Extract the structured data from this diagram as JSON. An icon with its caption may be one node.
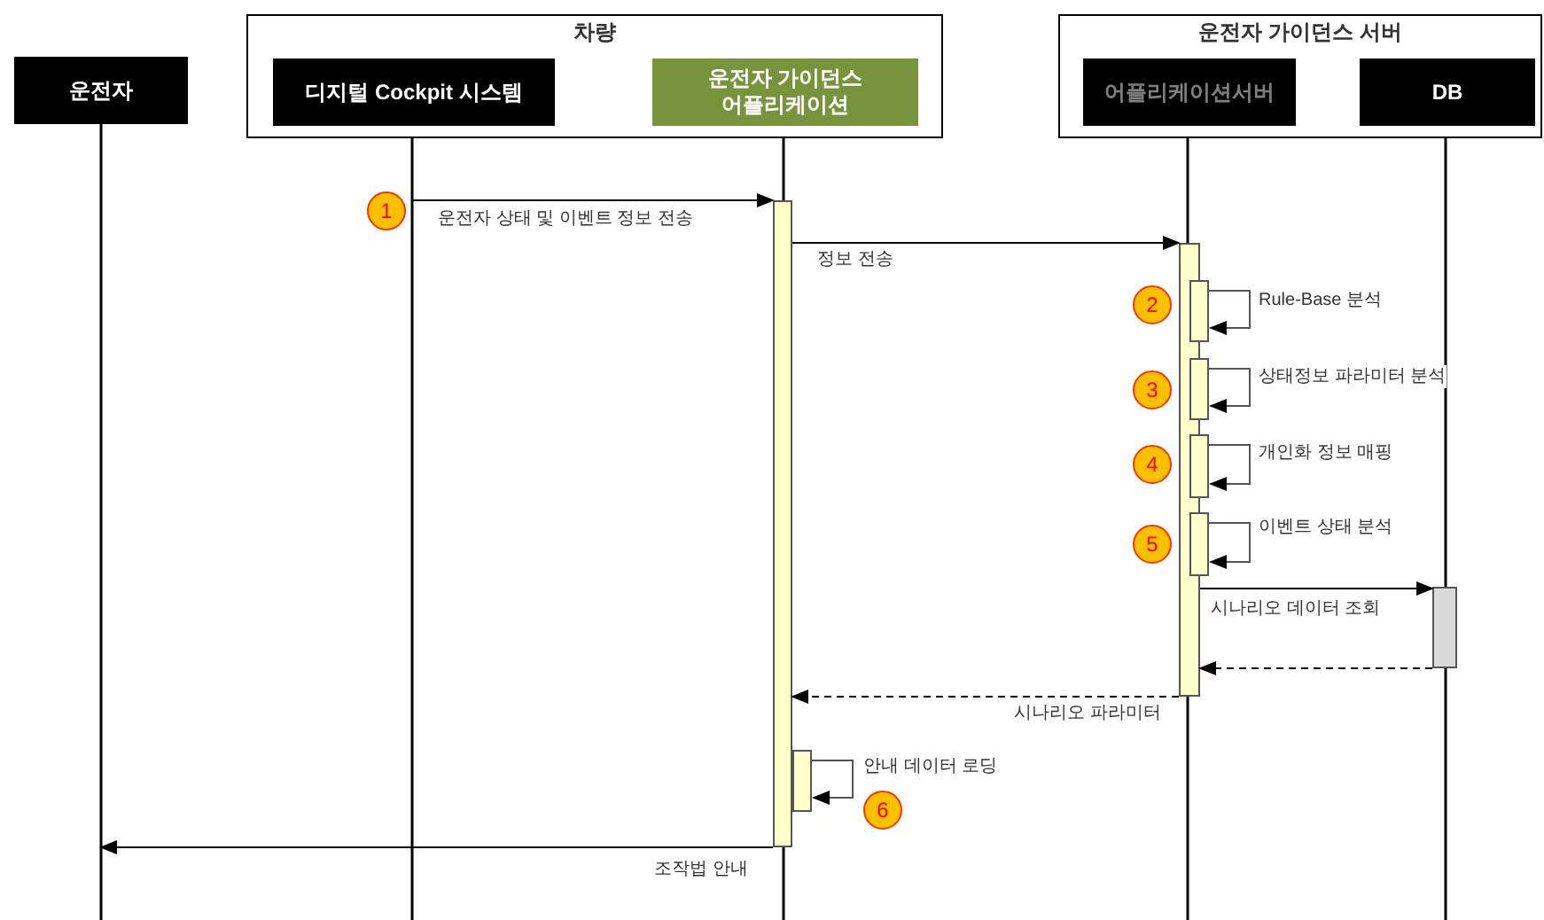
{
  "diagram": {
    "nodes": [
      {
        "text": [
          "차량"
        ]
      },
      {
        "text": [
          "운전자 가이던스 서버"
        ]
      },
      {
        "text": [
          "운전자"
        ]
      },
      {
        "text": [
          "디지털 Cockpit 시스템"
        ],
        "in": 0
      },
      {
        "text": [
          "운전자 가이던스 어플리케이션"
        ],
        "in": 0
      },
      {
        "text": [
          "어플리케이션서버"
        ],
        "in": 1
      },
      {
        "text": [
          "DB"
        ],
        "in": 1
      },
      {
        "text": [],
        "shape": "bar"
      },
      {
        "text": [],
        "shape": "bar"
      },
      {
        "text": [],
        "shape": "bar"
      },
      {
        "text": [],
        "shape": "bar"
      },
      {
        "text": [],
        "shape": "bar"
      },
      {
        "text": [],
        "shape": "bar"
      },
      {
        "text": [],
        "shape": "bar"
      },
      {
        "text": [],
        "shape": "bar"
      }
    ],
    "edges": [
      {
        "from": 3,
        "to": 7,
        "arrow": "to",
        "label": "운전자 상태 및 이벤트 정보 전송"
      },
      {
        "from": 7,
        "to": 8,
        "arrow": "to",
        "label": "정보 전송"
      },
      {
        "from": 9,
        "to": 9,
        "arrow": "to",
        "label": "Rule-Base 분석"
      },
      {
        "from": 10,
        "to": 10,
        "arrow": "to",
        "label": "상태정보 파라미터 분석"
      },
      {
        "from": 11,
        "to": 11,
        "arrow": "to",
        "label": "개인화 정보 매핑"
      },
      {
        "from": 12,
        "to": 12,
        "arrow": "to",
        "label": "이벤트 상태 분석"
      },
      {
        "from": 8,
        "to": 13,
        "arrow": "to",
        "label": "시나리오 데이터 조회"
      },
      {
        "from": 13,
        "to": 8,
        "arrow": "to",
        "style": "dashed"
      },
      {
        "from": 8,
        "to": 7,
        "arrow": "to",
        "style": "dashed",
        "label": "시나리오 파라미터"
      },
      {
        "from": 14,
        "to": 14,
        "arrow": "to",
        "label": "안내 데이터 로딩"
      },
      {
        "from": 7,
        "to": null,
        "arrow": "to",
        "label": "조작법 안내"
      }
    ],
    "labels": [
      "1",
      "2",
      "3",
      "4",
      "5",
      "6"
    ]
  }
}
